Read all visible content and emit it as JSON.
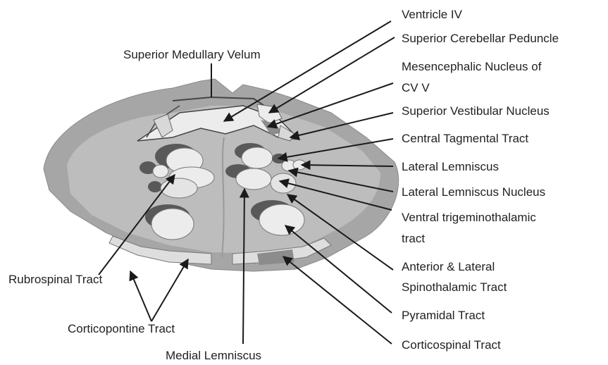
{
  "labels": {
    "ventricle_iv": "Ventricle IV",
    "superior_cerebellar_peduncle": "Superior Cerebellar Peduncle",
    "mesencephalic_nucleus_line1": "Mesencephalic Nucleus of",
    "mesencephalic_nucleus_line2": "CV V",
    "superior_vestibular_nucleus": "Superior Vestibular Nucleus",
    "central_tegmental_tract": "Central Tagmental Tract",
    "lateral_lemniscus": "Lateral Lemniscus",
    "lateral_lemniscus_nucleus": "Lateral Lemniscus Nucleus",
    "ventral_trigeminothalamic_line1": "Ventral trigeminothalamic",
    "ventral_trigeminothalamic_line2": "tract",
    "anterior_lateral_spinothalamic_line1": "Anterior & Lateral",
    "anterior_lateral_spinothalamic_line2": "Spinothalamic Tract",
    "pyramidal_tract": "Pyramidal Tract",
    "corticospinal_tract": "Corticospinal Tract",
    "superior_medullary_velum": "Superior Medullary Velum",
    "rubrospinal_tract": "Rubrospinal Tract",
    "corticopontine_tract": "Corticopontine Tract",
    "medial_lemniscus": "Medial Lemniscus"
  },
  "colors": {
    "outer_tissue": "#a6a6a6",
    "inner_tissue": "#c9c9c9",
    "light_structure": "#ececec",
    "dark_structure": "#595959",
    "mid_structure": "#8c8c8c",
    "outline": "#444444",
    "leader_line": "#1a1a1a"
  }
}
